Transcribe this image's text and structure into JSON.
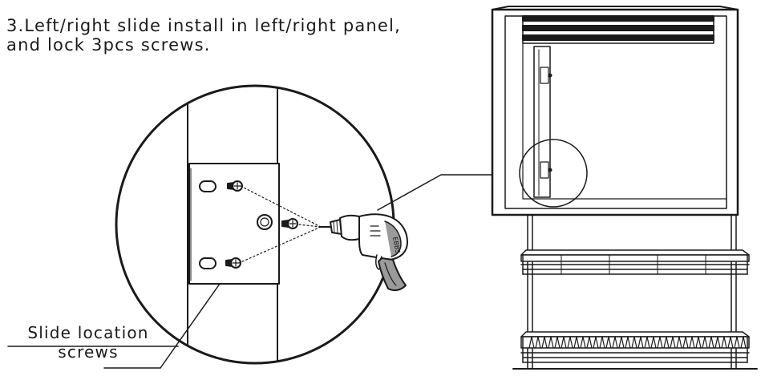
{
  "instruction": {
    "line1": "3.Left/right slide install in left/right panel,",
    "line2": "and lock 3pcs screws."
  },
  "callout": {
    "line1": "Slide location",
    "line2": "screws"
  },
  "drill_label": "EBBS",
  "colors": {
    "ink": "#1a1a1a",
    "background": "#ffffff",
    "drill_gray": "#9a9a9a"
  }
}
